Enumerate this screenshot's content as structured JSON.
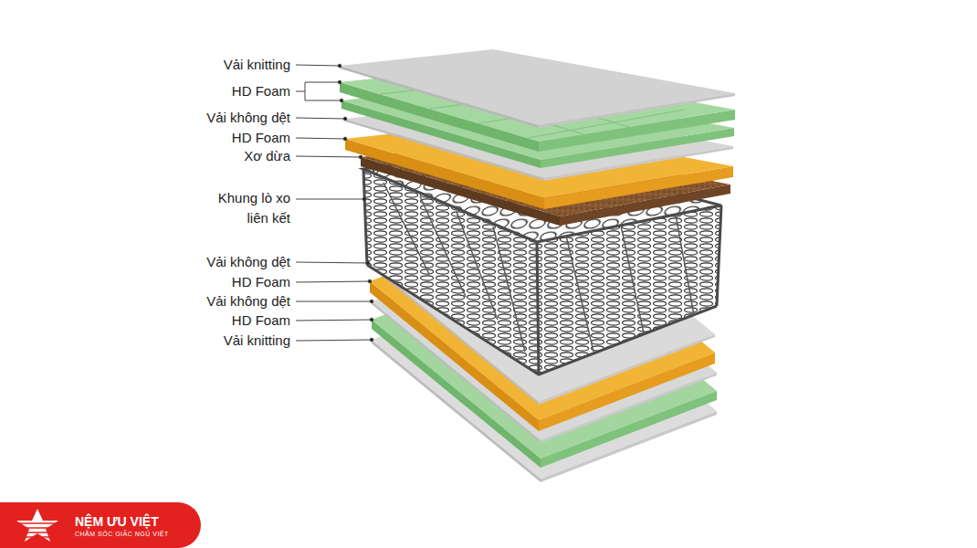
{
  "diagram": {
    "nodes": [
      {
        "text": [
          "NỆM ƯU VIỆT",
          "CHĂM SÓC GIẤC NGỦ VIỆT"
        ]
      }
    ],
    "labels": [
      "Vải knitting",
      "HD Foam",
      "Vải không dệt",
      "HD Foam",
      "Xơ dừa",
      "Khung lò xo liên kết",
      "Vải không dệt",
      "HD Foam",
      "Vải không dệt",
      "HD Foam",
      "Vải knitting"
    ]
  }
}
